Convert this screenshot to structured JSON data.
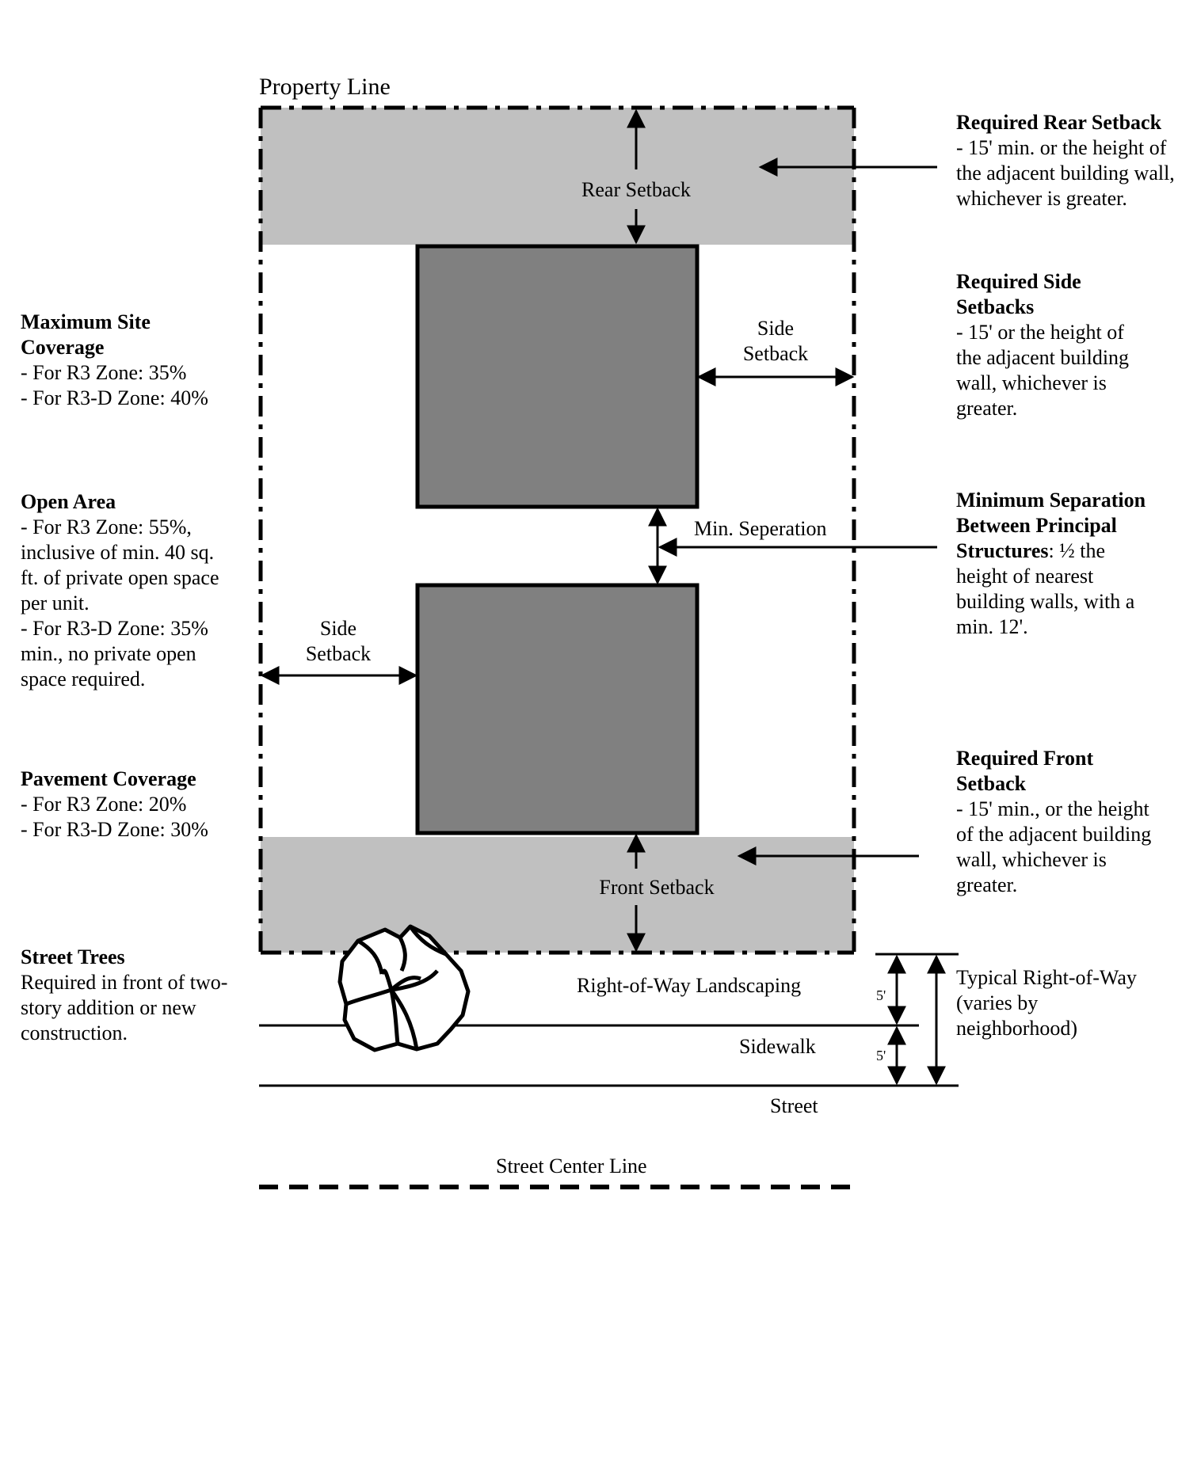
{
  "property_line_label": "Property Line",
  "site_labels": {
    "rear_setback": "Rear Setback",
    "side_setback_right": [
      "Side",
      "Setback"
    ],
    "side_setback_left": [
      "Side",
      "Setback"
    ],
    "min_separation": "Min. Seperation",
    "front_setback": "Front Setback",
    "row_landscaping": "Right-of-Way Landscaping",
    "sidewalk": "Sidewalk",
    "street": "Street",
    "street_center_line": "Street Center Line",
    "dim_5ft_a": "5'",
    "dim_5ft_b": "5'"
  },
  "left_notes": {
    "max_site_coverage": {
      "heading": [
        "Maximum Site",
        "Coverage"
      ],
      "lines": [
        "- For R3 Zone: 35%",
        "- For R3-D Zone: 40%"
      ]
    },
    "open_area": {
      "heading": [
        "Open Area"
      ],
      "lines": [
        "- For R3 Zone: 55%,",
        "inclusive of min. 40 sq.",
        "ft. of private open space",
        "per unit.",
        "- For R3-D Zone: 35%",
        "min., no private open",
        "space required."
      ]
    },
    "pavement_coverage": {
      "heading": [
        "Pavement Coverage"
      ],
      "lines": [
        "- For R3 Zone: 20%",
        "- For R3-D Zone: 30%"
      ]
    },
    "street_trees": {
      "heading": [
        "Street Trees"
      ],
      "lines": [
        "Required in front of  two-",
        "story addition or new",
        "construction."
      ]
    }
  },
  "right_notes": {
    "rear_setback": {
      "heading": [
        "Required Rear Setback"
      ],
      "lines": [
        "- 15' min. or the height of",
        "the adjacent building wall,",
        "whichever is greater."
      ]
    },
    "side_setbacks": {
      "heading": [
        "Required Side",
        "Setbacks"
      ],
      "lines": [
        "- 15' or the height of",
        "the adjacent building",
        "wall, whichever is",
        "greater."
      ]
    },
    "min_separation": {
      "heading": [
        "Minimum Separation",
        "Between Principal"
      ],
      "bold_inline": "Structures",
      "inline_rest": ": ½ the",
      "lines": [
        "height of nearest",
        "building walls, with a",
        "min. 12'."
      ]
    },
    "front_setback": {
      "heading": [
        "Required Front",
        "Setback"
      ],
      "lines": [
        "- 15' min., or the height",
        "of the adjacent building",
        "wall, whichever is",
        "greater."
      ]
    },
    "right_of_way": {
      "heading": [],
      "lines": [
        "Typical Right-of-Way",
        "(varies by",
        "neighborhood)"
      ]
    }
  },
  "colors": {
    "setback_fill": "#c0c0c0",
    "building_fill": "#808080",
    "line": "#000000"
  }
}
